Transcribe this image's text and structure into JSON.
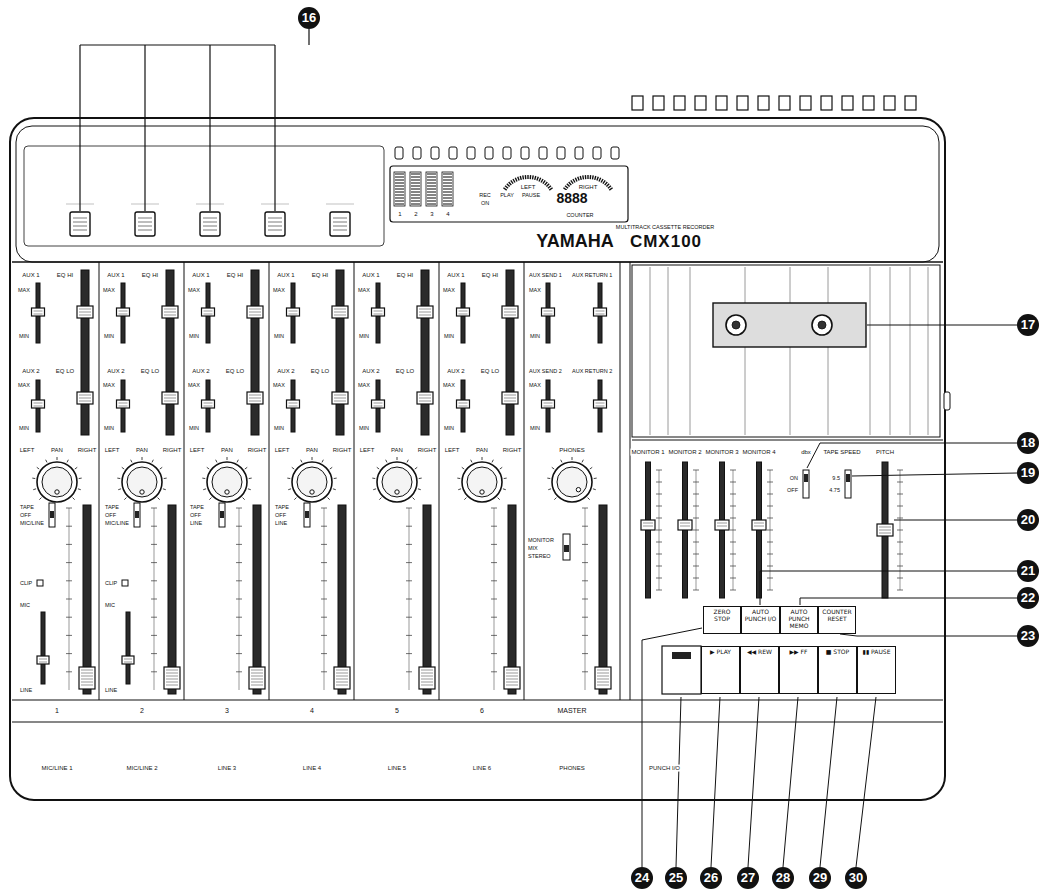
{
  "diagram": {
    "nodes": [
      {
        "text": [
          "ZERO STOP"
        ]
      },
      {
        "text": [
          "AUTO PUNCH I/O"
        ]
      },
      {
        "text": [
          "AUTO PUNCH MEMO"
        ]
      },
      {
        "text": [
          "COUNTER RESET"
        ]
      },
      {
        "text": [
          "▶ PLAY"
        ]
      },
      {
        "text": [
          "◀◀ REW"
        ]
      },
      {
        "text": [
          "▶▶ FF"
        ]
      },
      {
        "text": [
          "■ STOP"
        ]
      },
      {
        "text": [
          "▮▮ PAUSE"
        ]
      }
    ],
    "labels": [
      "16",
      "17",
      "18",
      "19",
      "20",
      "21",
      "22",
      "23",
      "24",
      "25",
      "26",
      "27",
      "28",
      "29",
      "30",
      "MULTITRACK CASSETTE RECORDER",
      "YAMAHA",
      "CMX100",
      "LEFT",
      "RIGHT",
      "REC",
      "PLAY",
      "PAUSE",
      "ON",
      "8888",
      "COUNTER",
      "1",
      "2",
      "3",
      "4",
      "AUX 1",
      "EQ HI",
      "MAX",
      "MIN",
      "AUX 2",
      "EQ LO",
      "MAX",
      "MIN",
      "LEFT",
      "PAN",
      "RIGHT",
      "TAPE",
      "OFF",
      "MIC/LINE",
      "CLIP",
      "MIC",
      "LINE",
      "1",
      "MIC/LINE 1",
      "AUX 1",
      "EQ HI",
      "MAX",
      "MIN",
      "AUX 2",
      "EQ LO",
      "MAX",
      "MIN",
      "LEFT",
      "PAN",
      "RIGHT",
      "TAPE",
      "OFF",
      "MIC/LINE",
      "CLIP",
      "MIC",
      "LINE",
      "2",
      "MIC/LINE 2",
      "AUX 1",
      "EQ HI",
      "MAX",
      "MIN",
      "AUX 2",
      "EQ LO",
      "MAX",
      "MIN",
      "LEFT",
      "PAN",
      "RIGHT",
      "TAPE",
      "OFF",
      "LINE",
      "3",
      "LINE 3",
      "AUX 1",
      "EQ HI",
      "MAX",
      "MIN",
      "AUX 2",
      "EQ LO",
      "MAX",
      "MIN",
      "LEFT",
      "PAN",
      "RIGHT",
      "TAPE",
      "OFF",
      "LINE",
      "4",
      "LINE 4",
      "AUX 1",
      "EQ HI",
      "MAX",
      "MIN",
      "AUX 2",
      "EQ LO",
      "MAX",
      "MIN",
      "LEFT",
      "PAN",
      "RIGHT",
      "5",
      "LINE 5",
      "AUX 1",
      "EQ HI",
      "MAX",
      "MIN",
      "AUX 2",
      "EQ LO",
      "MAX",
      "MIN",
      "LEFT",
      "PAN",
      "RIGHT",
      "6",
      "LINE 6",
      "AUX SEND 1",
      "AUX RETURN 1",
      "MAX",
      "MIN",
      "AUX SEND 2",
      "AUX RETURN 2",
      "MAX",
      "MIN",
      "PHONES",
      "MONITOR",
      "MIX",
      "STEREO",
      "MASTER",
      "PHONES",
      "MONITOR 1",
      "MONITOR 2",
      "MONITOR 3",
      "MONITOR 4",
      "dbx",
      "ON",
      "OFF",
      "TAPE SPEED",
      "9.5",
      "4.75",
      "PITCH",
      "PUNCH I/O"
    ]
  }
}
